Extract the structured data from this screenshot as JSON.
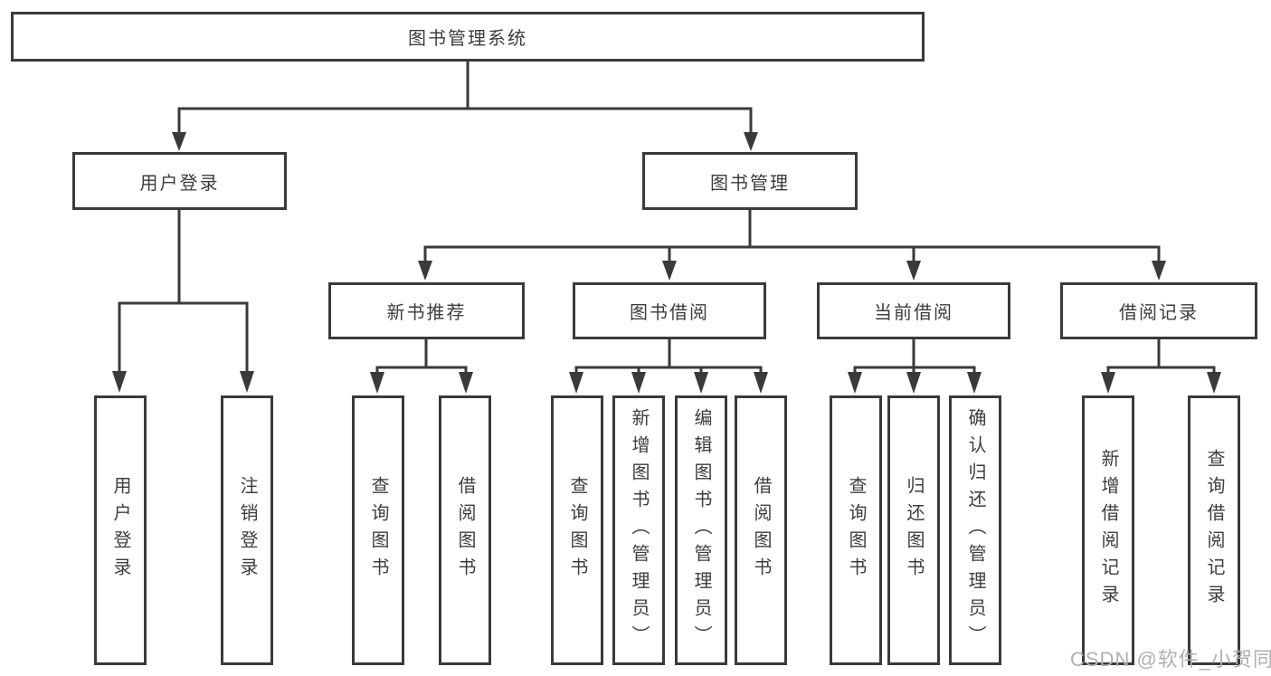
{
  "diagram": {
    "title": "图书管理系统",
    "level2": [
      "用户登录",
      "图书管理"
    ],
    "level3": [
      "新书推荐",
      "图书借阅",
      "当前借阅",
      "借阅记录"
    ],
    "leaves": [
      "用户登录",
      "注销登录",
      "查询图书",
      "借阅图书",
      "查询图书",
      "新增图书（管理员）",
      "编辑图书（管理员）",
      "借阅图书",
      "查询图书",
      "归还图书",
      "确认归还（管理员）",
      "新增借阅记录",
      "查询借阅记录"
    ]
  },
  "watermark": "CSDN @软件_小贺同学",
  "colors": {
    "line": "#3a3a3a",
    "box_border": "#3a3a3a",
    "text": "#3d3d3d",
    "watermark": "#b0b0b0",
    "background": "#ffffff"
  }
}
